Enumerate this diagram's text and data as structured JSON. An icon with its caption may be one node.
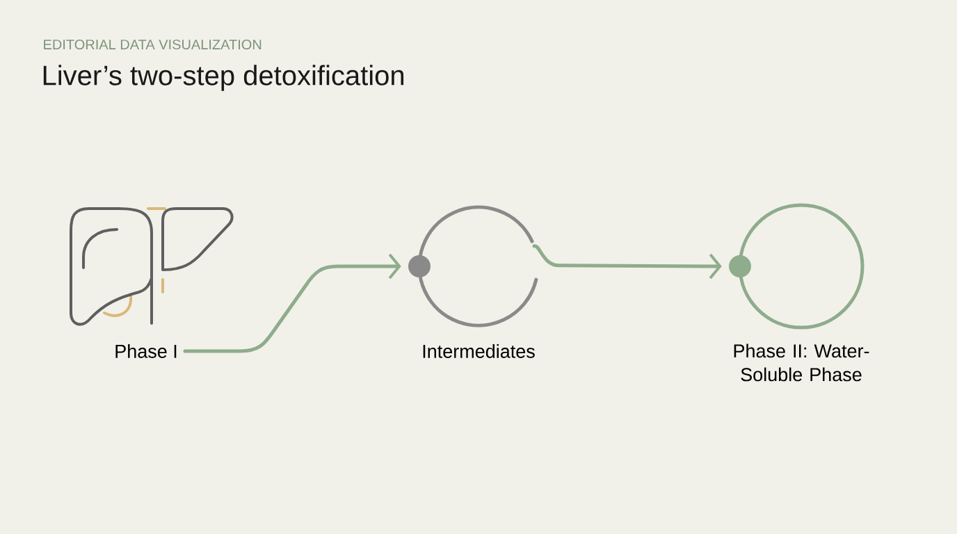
{
  "diagram": {
    "title": "Liver’s two-step detoxification",
    "labels": [
      "EDITORIAL DATA VISUALIZATION"
    ],
    "nodes": [
      {
        "text": [
          "Phase I"
        ]
      },
      {
        "text": [
          "Intermediates"
        ]
      },
      {
        "text": [
          "Phase II: Water-Soluble Phase"
        ]
      }
    ],
    "edges": [
      {
        "from": 0,
        "to": 1,
        "arrow": "to"
      },
      {
        "from": 1,
        "to": 2,
        "arrow": "to"
      }
    ]
  }
}
